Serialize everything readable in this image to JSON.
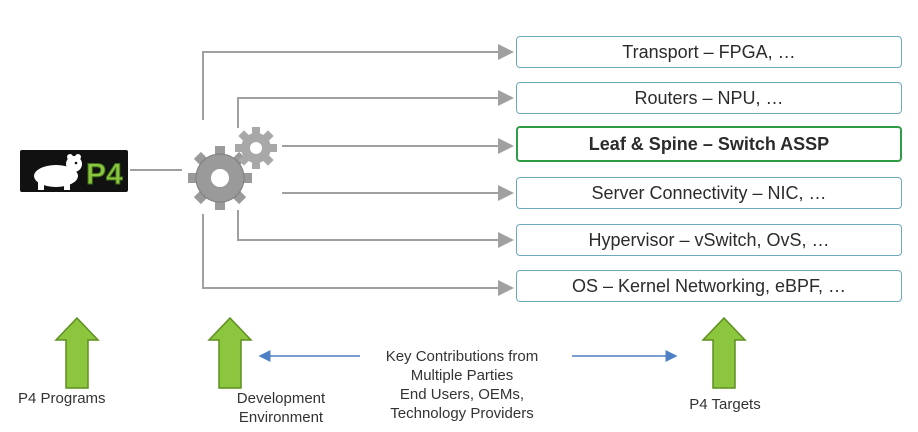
{
  "targets": [
    {
      "label": "Transport – FPGA, …",
      "highlight": false
    },
    {
      "label": "Routers – NPU, …",
      "highlight": false
    },
    {
      "label": "Leaf & Spine – Switch ASSP",
      "highlight": true
    },
    {
      "label": "Server Connectivity – NIC, …",
      "highlight": false
    },
    {
      "label": "Hypervisor – vSwitch, OvS, …",
      "highlight": false
    },
    {
      "label": "OS – Kernel Networking, eBPF, …",
      "highlight": false
    }
  ],
  "captions": {
    "p4_programs": "P4 Programs",
    "dev_env_line1": "Development",
    "dev_env_line2": "Environment",
    "contrib_line1": "Key Contributions from",
    "contrib_line2": "Multiple Parties",
    "contrib_line3": "End Users, OEMs,",
    "contrib_line4": "Technology Providers",
    "p4_targets": "P4 Targets"
  },
  "logo": {
    "text": "P4"
  },
  "colors": {
    "arrow_green": "#8cc63f",
    "arrow_green_dark": "#5e8f1f",
    "box_border": "#6fa9bd",
    "highlight_border": "#2f9d48",
    "connector": "#a0a0a0",
    "contrib_arrow": "#4f7fc4",
    "gear": "#9a9a9a"
  },
  "icons": {
    "gears": "gears-icon",
    "logo": "p4-bear-logo-icon"
  }
}
